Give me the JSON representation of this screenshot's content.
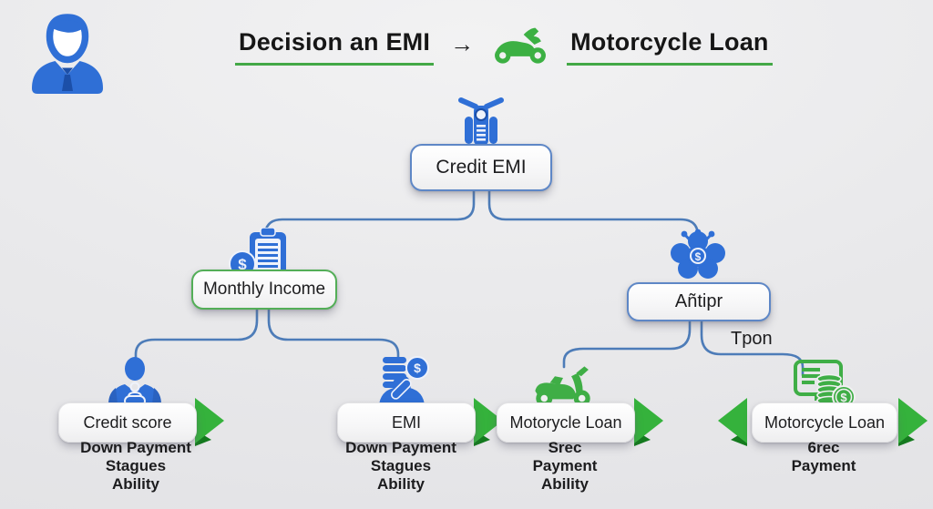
{
  "title": {
    "left": "Decision an EMI",
    "arrow": "→",
    "right": "Motorcycle Loan"
  },
  "tree": {
    "root": {
      "label": "Credit EMI",
      "icon": "motorcycle-front-icon"
    },
    "monthly_income": {
      "label": "Monthly Income",
      "icon": "clipboard-dollar-icon"
    },
    "antipr": {
      "label": "Añtipr",
      "icon": "flower-dollar-icon",
      "edge_label": "Tpon"
    },
    "leaves": [
      {
        "label": "Credit score",
        "icon": "person-badge-icon",
        "sub": [
          "Down Payment",
          "Stagues",
          "Ability"
        ]
      },
      {
        "label": "EMI",
        "icon": "coins-person-icon",
        "sub": [
          "Down Payment",
          "Stagues",
          "Ability"
        ]
      },
      {
        "label": "Motorycle Loan",
        "icon": "scooter-icon",
        "sub": [
          "Srec",
          "Payment",
          "Ability"
        ]
      },
      {
        "label": "Motorcycle Loan",
        "icon": "screen-coins-icon",
        "sub": [
          "6rec",
          "Payment"
        ]
      }
    ]
  },
  "colors": {
    "accent_green": "#3cb043",
    "accent_green_dark": "#1b7e22",
    "accent_blue": "#356fd4",
    "line_blue": "#4d7cb8",
    "underline_green": "#43a846"
  }
}
